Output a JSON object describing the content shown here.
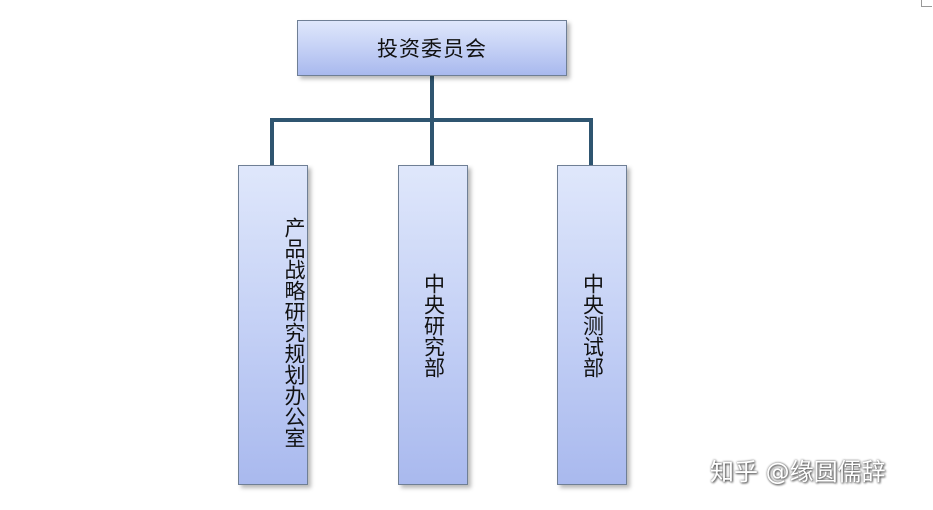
{
  "org_chart": {
    "root": {
      "label": "投资委员会"
    },
    "children": [
      {
        "label": "产品战略研究规划办公室"
      },
      {
        "label": "中央研究部"
      },
      {
        "label": "中央测试部"
      }
    ],
    "connector_color": "#2f5570",
    "box_fill_top": "#dfe7fb",
    "box_fill_bottom": "#a9b9ee",
    "box_border": "#6f7f95"
  },
  "watermark": {
    "text": "知乎 @缘圆儒辞"
  }
}
